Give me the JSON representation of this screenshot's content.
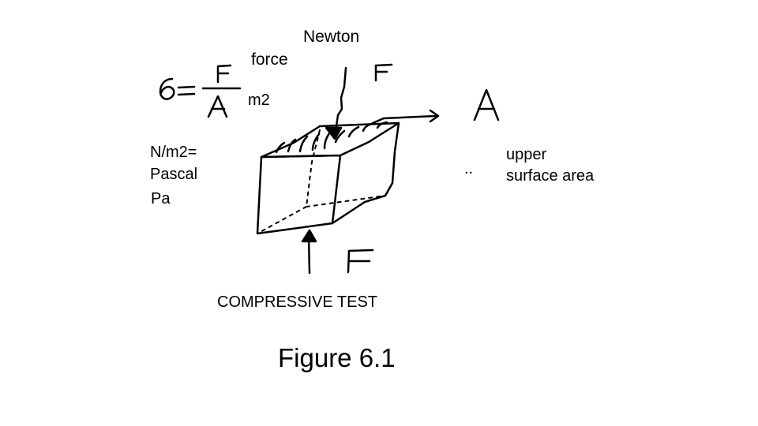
{
  "labels": {
    "newton": "Newton",
    "force": "force",
    "m2": "m2",
    "n_per_m2": "N/m2=",
    "pascal": "Pascal",
    "pa": "Pa",
    "upper": "upper",
    "surface_area": "surface area",
    "compressive_test": "COMPRESSIVE TEST",
    "figure_caption": "Figure 6.1"
  },
  "handwritten": {
    "formula_sigma": "σ=",
    "formula_numerator": "F",
    "formula_denominator": "A",
    "force_top": "F",
    "force_bottom": "F",
    "area": "A",
    "dots": ".."
  },
  "colors": {
    "ink": "#000000",
    "background": "#ffffff"
  }
}
